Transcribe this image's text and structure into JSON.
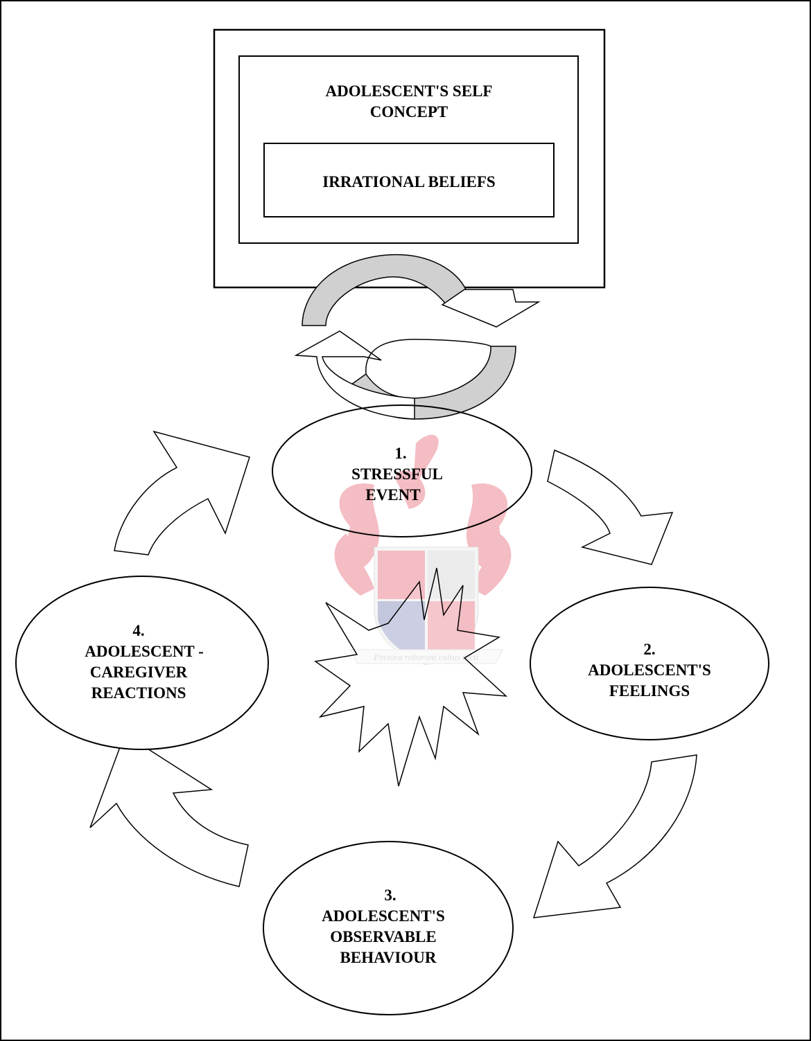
{
  "self_concept": {
    "title_line1": "ADOLESCENT'S SELF",
    "title_line2": "CONCEPT",
    "inner_label": "IRRATIONAL BELIEFS"
  },
  "nodes": [
    {
      "number": "1.",
      "line1": "STRESSFUL",
      "line2": "EVENT",
      "line3": ""
    },
    {
      "number": "2.",
      "line1": "ADOLESCENT'S",
      "line2": "FEELINGS",
      "line3": ""
    },
    {
      "number": "3.",
      "line1": "ADOLESCENT'S",
      "line2": "OBSERVABLE",
      "line3": "BEHAVIOUR"
    },
    {
      "number": "4.",
      "line1": "ADOLESCENT -",
      "line2": "CAREGIVER",
      "line3": "REACTIONS"
    }
  ],
  "watermark": {
    "motto": "Pectora roborant cultus recti"
  },
  "colors": {
    "stroke": "#000000",
    "cycle_arrow_fill": "#d0d0d0",
    "watermark_red": "#d9142b",
    "watermark_blue": "#2b3a8c"
  }
}
